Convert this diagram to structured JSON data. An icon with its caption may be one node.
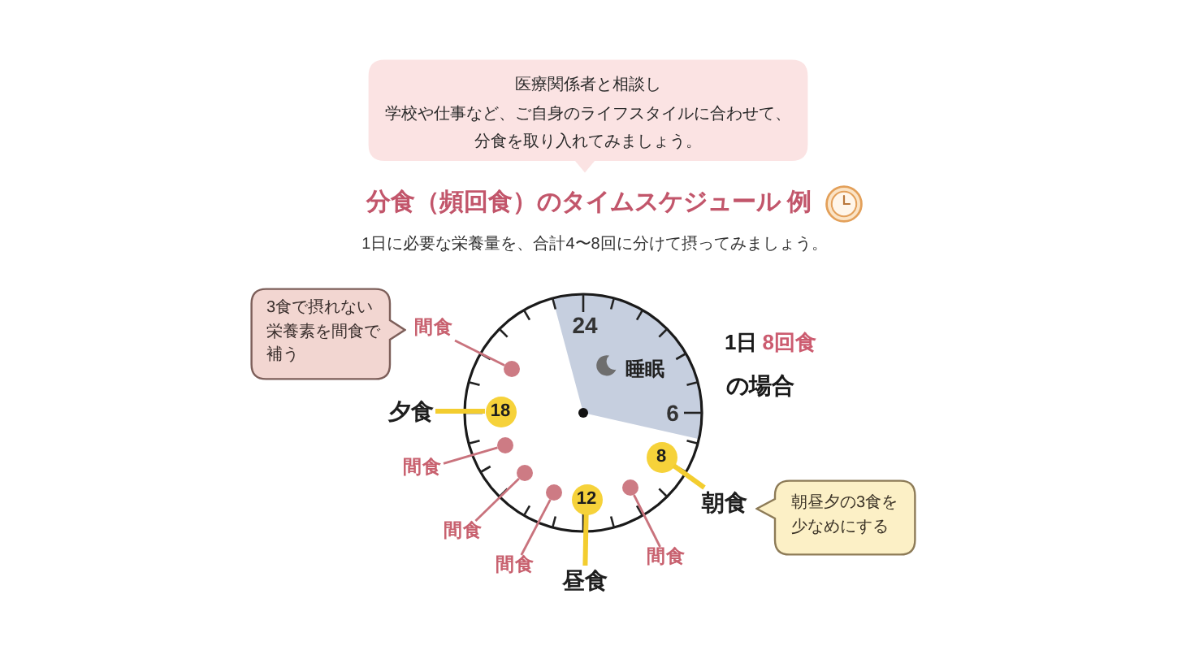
{
  "diagram": {
    "title": "分食（頻回食）のタイムスケジュール 例",
    "nodes": [
      {
        "text": [
          "医療関係者と相談し",
          "学校や仕事など、ご自身のライフスタイルに合わせて、分食を取り入れてみましょう。"
        ]
      },
      {
        "text": [
          "3食で摂れない栄養素を間食で補う"
        ]
      },
      {
        "text": [
          "間食"
        ]
      },
      {
        "text": [
          "24",
          "睡眠",
          "6"
        ]
      },
      {
        "text": [],
        "shape": "circle",
        "in": 3
      },
      {
        "text": [
          "18"
        ],
        "in": 3
      },
      {
        "text": [],
        "shape": "circle",
        "in": 3
      },
      {
        "text": [
          "8"
        ],
        "in": 3
      },
      {
        "text": [],
        "shape": "circle",
        "in": 3
      },
      {
        "text": [],
        "shape": "circle",
        "in": 3
      },
      {
        "text": [],
        "shape": "circle",
        "in": 3
      },
      {
        "text": [
          "12"
        ],
        "in": 3
      },
      {
        "text": [
          "夕食"
        ]
      },
      {
        "text": [
          "間食"
        ]
      },
      {
        "text": [
          "朝食"
        ]
      },
      {
        "text": [
          "朝昼夕の3食を少なめにする"
        ]
      },
      {
        "text": [
          "間食"
        ]
      },
      {
        "text": [
          "間食"
        ]
      },
      {
        "text": [
          "間食"
        ]
      },
      {
        "text": [
          "昼食"
        ]
      }
    ],
    "edges": [
      {
        "from": 2,
        "to": 4,
        "arrow": "none"
      },
      {
        "from": 12,
        "to": 5,
        "arrow": "none",
        "style": "thick",
        "color": "#f3cd2f"
      },
      {
        "from": 13,
        "to": 6,
        "arrow": "none"
      },
      {
        "from": 7,
        "to": 14,
        "arrow": "none",
        "style": "thick",
        "color": "#f3cd2f"
      },
      {
        "from": 16,
        "to": 8,
        "arrow": "none"
      },
      {
        "from": 17,
        "to": 9,
        "arrow": "none"
      },
      {
        "from": 18,
        "to": 10,
        "arrow": "none"
      },
      {
        "from": 11,
        "to": 19,
        "arrow": "none",
        "style": "thick",
        "color": "#f3cd2f"
      }
    ],
    "labels": [
      "1日に必要な栄養量を、合計4〜8回に分けて摂ってみましょう。",
      "**1**日",
      "**8**回食",
      "の場合"
    ]
  }
}
